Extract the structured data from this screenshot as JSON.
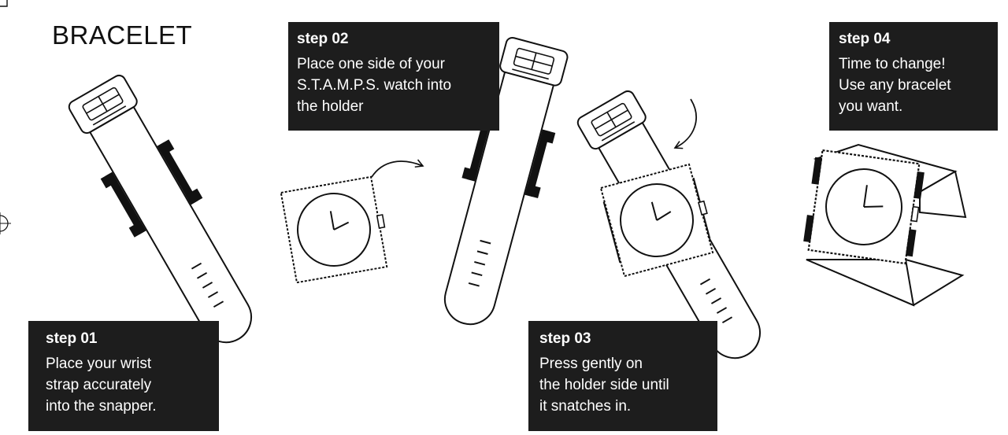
{
  "title": "BRACELET",
  "steps": [
    {
      "heading": "step 01",
      "text": "Place your wrist\nstrap accurately\ninto the snapper."
    },
    {
      "heading": "step 02",
      "text": "Place one side of your\nS.T.A.M.P.S. watch into\nthe holder"
    },
    {
      "heading": "step 03",
      "text": "Press gently on\nthe holder side until\nit snatches in."
    },
    {
      "heading": "step 04",
      "text": "Time to change!\nUse any bracelet\nyou want."
    }
  ],
  "colors": {
    "ink": "#111111",
    "box": "#1d1d1d",
    "box_text": "#ffffff",
    "background": "#ffffff"
  },
  "icons": [
    "strap-illustration",
    "watch-face-illustration",
    "curved-arrow-icon",
    "registration-mark-icon"
  ]
}
